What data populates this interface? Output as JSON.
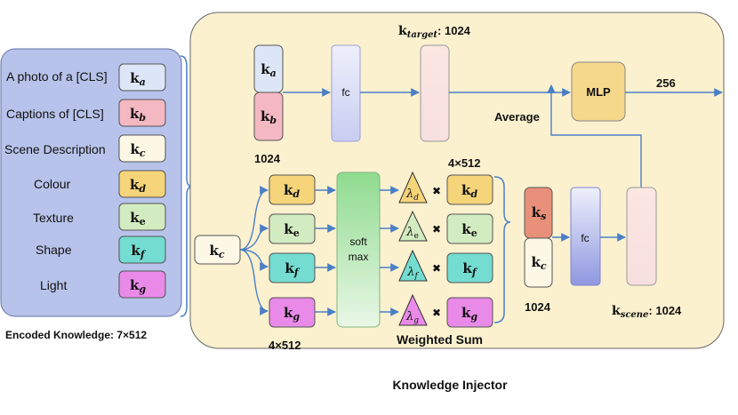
{
  "encoded_knowledge": {
    "rows": [
      {
        "label": "A photo of a [CLS]",
        "key": "k",
        "sub": "a"
      },
      {
        "label": "Captions of [CLS]",
        "key": "k",
        "sub": "b"
      },
      {
        "label": "Scene Description",
        "key": "k",
        "sub": "c"
      },
      {
        "label": "Colour",
        "key": "k",
        "sub": "d"
      },
      {
        "label": "Texture",
        "key": "k",
        "sub": "e"
      },
      {
        "label": "Shape",
        "key": "k",
        "sub": "f"
      },
      {
        "label": "Light",
        "key": "k",
        "sub": "g"
      }
    ],
    "caption": "Encoded Knowledge: 7×512"
  },
  "injector": {
    "title": "Knowledge Injector",
    "top": {
      "ka": {
        "key": "k",
        "sub": "a"
      },
      "kb": {
        "key": "k",
        "sub": "b"
      },
      "dim_left": "1024",
      "fc_label": "fc",
      "target_key": "k",
      "target_sub": "target",
      "target_dim": ": 1024"
    },
    "mlp": {
      "label": "MLP",
      "out_dim": "256",
      "average_label": "Average"
    },
    "input": {
      "key": "k",
      "sub": "c"
    },
    "branches": [
      {
        "key": "k",
        "sub": "d",
        "lambda_sub": "d"
      },
      {
        "key": "k",
        "sub": "e",
        "lambda_sub": "e"
      },
      {
        "key": "k",
        "sub": "f",
        "lambda_sub": "f"
      },
      {
        "key": "k",
        "sub": "g",
        "lambda_sub": "g"
      }
    ],
    "branch_dim": "4×512",
    "weighted_dim": "4×512",
    "softmax_line1": "soft",
    "softmax_line2": "max",
    "lambda_symbol": "λ",
    "times_symbol": "✖",
    "weighted_sum_label": "Weighted Sum",
    "ks": {
      "key": "k",
      "sub": "s"
    },
    "kc2": {
      "key": "k",
      "sub": "c"
    },
    "concat_dim": "1024",
    "fc2_label": "fc",
    "scene_key": "k",
    "scene_sub": "scene",
    "scene_dim": ": 1024"
  },
  "colors": {
    "panel_left": "#b7c3ea",
    "panel_right": "#fcf1cf",
    "ka": "#dde6f7",
    "kb": "#f4b8c3",
    "kc": "#fdf7e6",
    "kd": "#f5d47a",
    "ke": "#d3ebc0",
    "kf": "#74dcd0",
    "kg": "#e98ae8",
    "ks": "#e8907a",
    "mlp": "#f6d88a",
    "edge": "#4a7fc6"
  }
}
